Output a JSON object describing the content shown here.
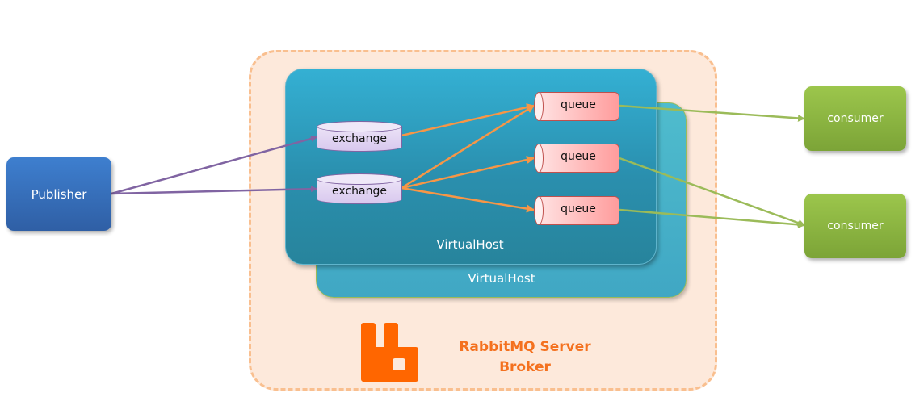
{
  "colors": {
    "broker_fill": "#fde9db",
    "broker_border": "#f9bf8f",
    "vhost": "#34b0d3",
    "publisher": "#3e7fcf",
    "consumer": "#9cc64c",
    "exchange_border": "#8064a2",
    "queue_border": "#c0504d",
    "publisher_arrow": "#8064a2",
    "exchange_arrow": "#f79646",
    "consumer_arrow": "#9bbb59",
    "brand": "#f4711f"
  },
  "publisher": {
    "label": "Publisher"
  },
  "broker": {
    "title": "RabbitMQ Server",
    "subtitle": "Broker",
    "logo_icon": "rabbitmq-logo-icon"
  },
  "virtual_hosts": [
    {
      "label": "VirtualHost"
    },
    {
      "label": "VirtualHost"
    }
  ],
  "exchanges": [
    {
      "label": "exchange"
    },
    {
      "label": "exchange"
    }
  ],
  "queues": [
    {
      "label": "queue"
    },
    {
      "label": "queue"
    },
    {
      "label": "queue"
    }
  ],
  "consumers": [
    {
      "label": "consumer"
    },
    {
      "label": "consumer"
    }
  ],
  "connections": [
    {
      "from": "publisher",
      "to": "exchange-1",
      "kind": "publish"
    },
    {
      "from": "publisher",
      "to": "exchange-2",
      "kind": "publish"
    },
    {
      "from": "exchange-1",
      "to": "queue-1",
      "kind": "bind"
    },
    {
      "from": "exchange-2",
      "to": "queue-1",
      "kind": "bind"
    },
    {
      "from": "exchange-2",
      "to": "queue-2",
      "kind": "bind"
    },
    {
      "from": "exchange-2",
      "to": "queue-3",
      "kind": "bind"
    },
    {
      "from": "queue-1",
      "to": "consumer-1",
      "kind": "consume"
    },
    {
      "from": "queue-2",
      "to": "consumer-2",
      "kind": "consume"
    },
    {
      "from": "queue-3",
      "to": "consumer-2",
      "kind": "consume"
    }
  ]
}
